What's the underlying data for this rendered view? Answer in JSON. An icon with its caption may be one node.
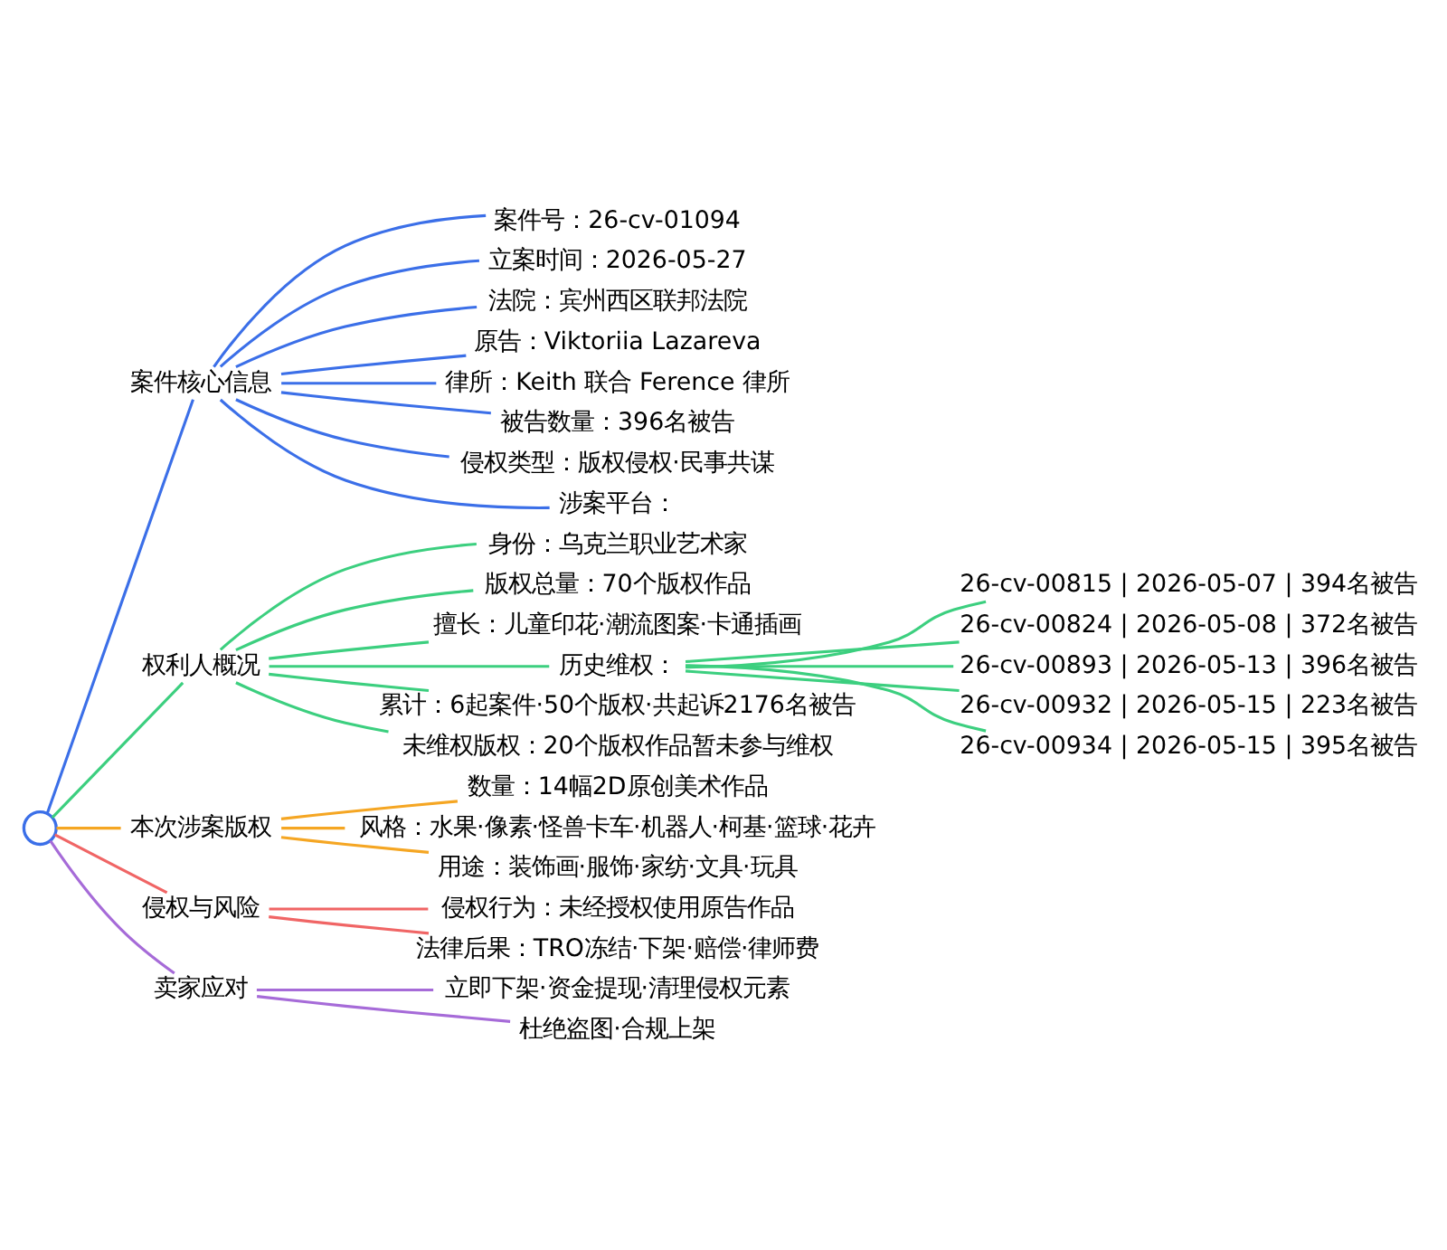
{
  "diagram": {
    "nodes": [
      {
        "text": [],
        "shape": "circle"
      },
      {
        "text": [
          "案件核心信息"
        ]
      },
      {
        "text": [
          "案件号：26-cv-01094"
        ]
      },
      {
        "text": [
          "立案时间：2026-05-27"
        ]
      },
      {
        "text": [
          "法院：宾州西区联邦法院"
        ]
      },
      {
        "text": [
          "原告：Viktoriia Lazareva"
        ]
      },
      {
        "text": [
          "律所：Keith 联合 Ference 律所"
        ]
      },
      {
        "text": [
          "被告数量：396名被告"
        ]
      },
      {
        "text": [
          "侵权类型：版权侵权·民事共谋"
        ]
      },
      {
        "text": [
          "涉案平台："
        ]
      },
      {
        "text": [
          "权利人概况"
        ]
      },
      {
        "text": [
          "身份：乌克兰职业艺术家"
        ]
      },
      {
        "text": [
          "版权总量：70个版权作品"
        ]
      },
      {
        "text": [
          "擅长：儿童印花·潮流图案·卡通插画"
        ]
      },
      {
        "text": [
          "历史维权："
        ]
      },
      {
        "text": [
          "26-cv-00815 | 2026-05-07 | 394名被告"
        ]
      },
      {
        "text": [
          "26-cv-00824 | 2026-05-08 | 372名被告"
        ]
      },
      {
        "text": [
          "26-cv-00893 | 2026-05-13 | 396名被告"
        ]
      },
      {
        "text": [
          "26-cv-00932 | 2026-05-15 | 223名被告"
        ]
      },
      {
        "text": [
          "26-cv-00934 | 2026-05-15 | 395名被告"
        ]
      },
      {
        "text": [
          "累计：6起案件·50个版权·共起诉2176名被告"
        ]
      },
      {
        "text": [
          "未维权版权：20个版权作品暂未参与维权"
        ]
      },
      {
        "text": [
          "本次涉案版权"
        ]
      },
      {
        "text": [
          "数量：14幅2D原创美术作品"
        ]
      },
      {
        "text": [
          "风格：水果·像素·怪兽卡车·机器人·柯基·篮球·花卉"
        ]
      },
      {
        "text": [
          "用途：装饰画·服饰·家纺·文具·玩具"
        ]
      },
      {
        "text": [
          "侵权与风险"
        ]
      },
      {
        "text": [
          "侵权行为：未经授权使用原告作品"
        ]
      },
      {
        "text": [
          "法律后果：TRO冻结·下架·赔偿·律师费"
        ]
      },
      {
        "text": [
          "卖家应对"
        ]
      },
      {
        "text": [
          "立即下架·资金提现·清理侵权元素"
        ]
      },
      {
        "text": [
          "杜绝盗图·合规上架"
        ]
      }
    ],
    "edges": [
      {
        "from": 0,
        "to": 1,
        "arrow": "none",
        "color": "#3b6fe8"
      },
      {
        "from": 1,
        "to": 2,
        "arrow": "none",
        "color": "#3b6fe8"
      },
      {
        "from": 1,
        "to": 3,
        "arrow": "none",
        "color": "#3b6fe8"
      },
      {
        "from": 1,
        "to": 4,
        "arrow": "none",
        "color": "#3b6fe8"
      },
      {
        "from": 1,
        "to": 5,
        "arrow": "none",
        "color": "#3b6fe8"
      },
      {
        "from": 1,
        "to": 6,
        "arrow": "none",
        "color": "#3b6fe8"
      },
      {
        "from": 1,
        "to": 7,
        "arrow": "none",
        "color": "#3b6fe8"
      },
      {
        "from": 1,
        "to": 8,
        "arrow": "none",
        "color": "#3b6fe8"
      },
      {
        "from": 1,
        "to": 9,
        "arrow": "none",
        "color": "#3b6fe8"
      },
      {
        "from": 0,
        "to": 10,
        "arrow": "none",
        "color": "#3ccf7f"
      },
      {
        "from": 10,
        "to": 11,
        "arrow": "none",
        "color": "#3ccf7f"
      },
      {
        "from": 10,
        "to": 12,
        "arrow": "none",
        "color": "#3ccf7f"
      },
      {
        "from": 10,
        "to": 13,
        "arrow": "none",
        "color": "#3ccf7f"
      },
      {
        "from": 10,
        "to": 14,
        "arrow": "none",
        "color": "#3ccf7f"
      },
      {
        "from": 14,
        "to": 15,
        "arrow": "none",
        "color": "#3ccf7f"
      },
      {
        "from": 14,
        "to": 16,
        "arrow": "none",
        "color": "#3ccf7f"
      },
      {
        "from": 14,
        "to": 17,
        "arrow": "none",
        "color": "#3ccf7f"
      },
      {
        "from": 14,
        "to": 18,
        "arrow": "none",
        "color": "#3ccf7f"
      },
      {
        "from": 14,
        "to": 19,
        "arrow": "none",
        "color": "#3ccf7f"
      },
      {
        "from": 10,
        "to": 20,
        "arrow": "none",
        "color": "#3ccf7f"
      },
      {
        "from": 10,
        "to": 21,
        "arrow": "none",
        "color": "#3ccf7f"
      },
      {
        "from": 0,
        "to": 22,
        "arrow": "none",
        "color": "#f5a623"
      },
      {
        "from": 22,
        "to": 23,
        "arrow": "none",
        "color": "#f5a623"
      },
      {
        "from": 22,
        "to": 24,
        "arrow": "none",
        "color": "#f5a623"
      },
      {
        "from": 22,
        "to": 25,
        "arrow": "none",
        "color": "#f5a623"
      },
      {
        "from": 0,
        "to": 26,
        "arrow": "none",
        "color": "#f06565"
      },
      {
        "from": 26,
        "to": 27,
        "arrow": "none",
        "color": "#f06565"
      },
      {
        "from": 26,
        "to": 28,
        "arrow": "none",
        "color": "#f06565"
      },
      {
        "from": 0,
        "to": 29,
        "arrow": "none",
        "color": "#a66bd8"
      },
      {
        "from": 29,
        "to": 30,
        "arrow": "none",
        "color": "#a66bd8"
      },
      {
        "from": 29,
        "to": 31,
        "arrow": "none",
        "color": "#a66bd8"
      }
    ]
  }
}
